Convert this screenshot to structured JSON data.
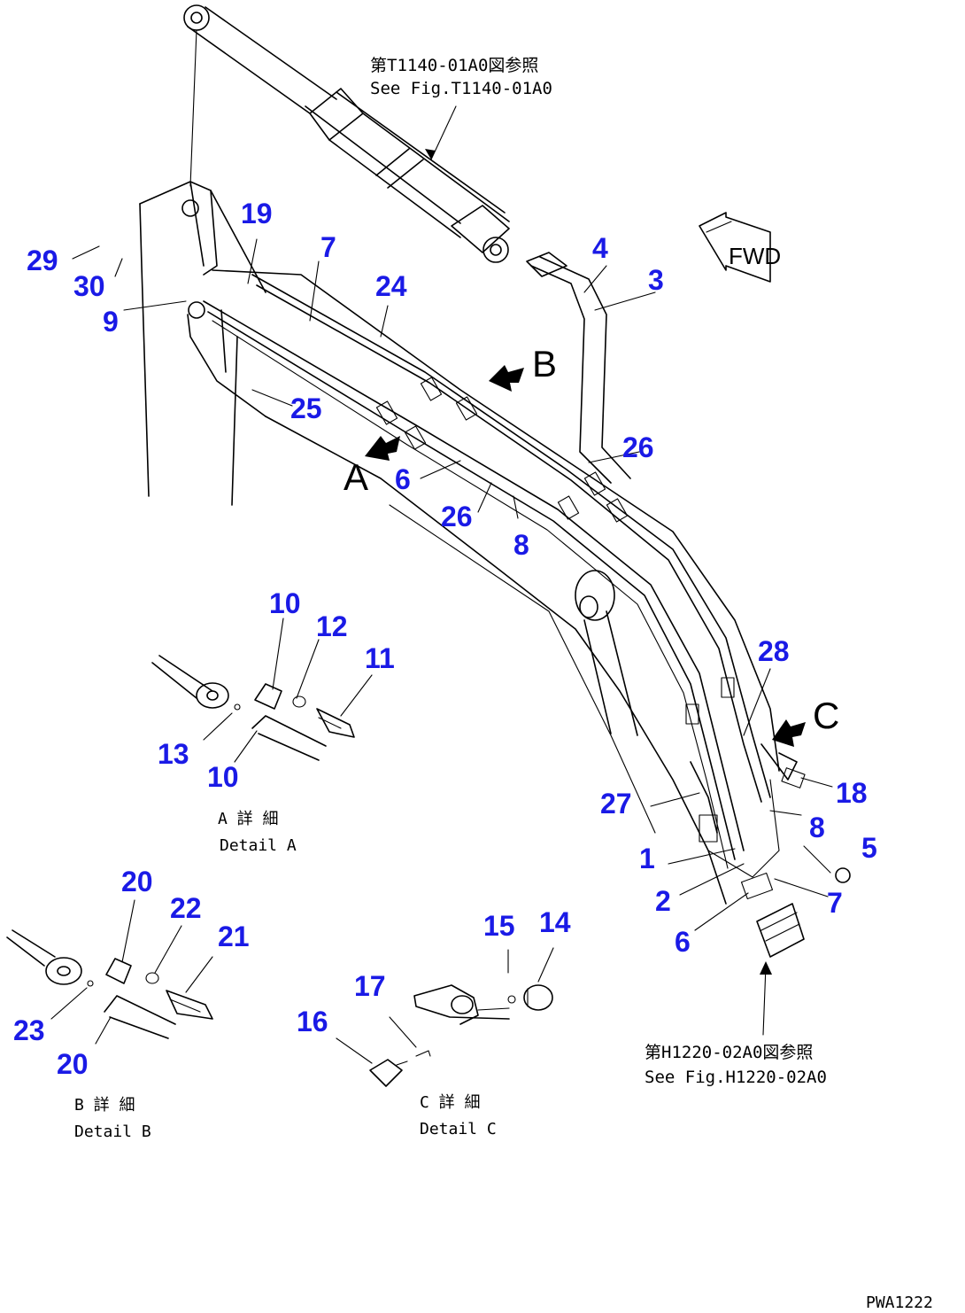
{
  "colors": {
    "callout": "#1a1ae6",
    "line": "#000000",
    "background": "#ffffff"
  },
  "references": {
    "top_jp": "第T1140-01A0図参照",
    "top_en": "See Fig.T1140-01A0",
    "bottom_jp": "第H1220-02A0図参照",
    "bottom_en": "See Fig.H1220-02A0"
  },
  "direction_badge": "FWD",
  "views": {
    "a": "A",
    "b": "B",
    "c": "C"
  },
  "details": {
    "a_jp": "A 詳 細",
    "a_en": "Detail A",
    "b_jp": "B 詳 細",
    "b_en": "Detail B",
    "c_jp": "C 詳 細",
    "c_en": "Detail C"
  },
  "callouts": {
    "n29": "29",
    "n30": "30",
    "n9": "9",
    "n19": "19",
    "n7a": "7",
    "n24": "24",
    "n4": "4",
    "n3": "3",
    "n25": "25",
    "n26a": "26",
    "n6a": "6",
    "n26b": "26",
    "n8a": "8",
    "n28": "28",
    "n18": "18",
    "n8b": "8",
    "n27": "27",
    "n1": "1",
    "n5": "5",
    "n2": "2",
    "n7b": "7",
    "n6b": "6",
    "n10a": "10",
    "n12": "12",
    "n11": "11",
    "n13": "13",
    "n10b": "10",
    "n20a": "20",
    "n22": "22",
    "n21": "21",
    "n23": "23",
    "n20b": "20",
    "n15": "15",
    "n14": "14",
    "n17": "17",
    "n16": "16"
  },
  "drawing_code": "PWA1222"
}
